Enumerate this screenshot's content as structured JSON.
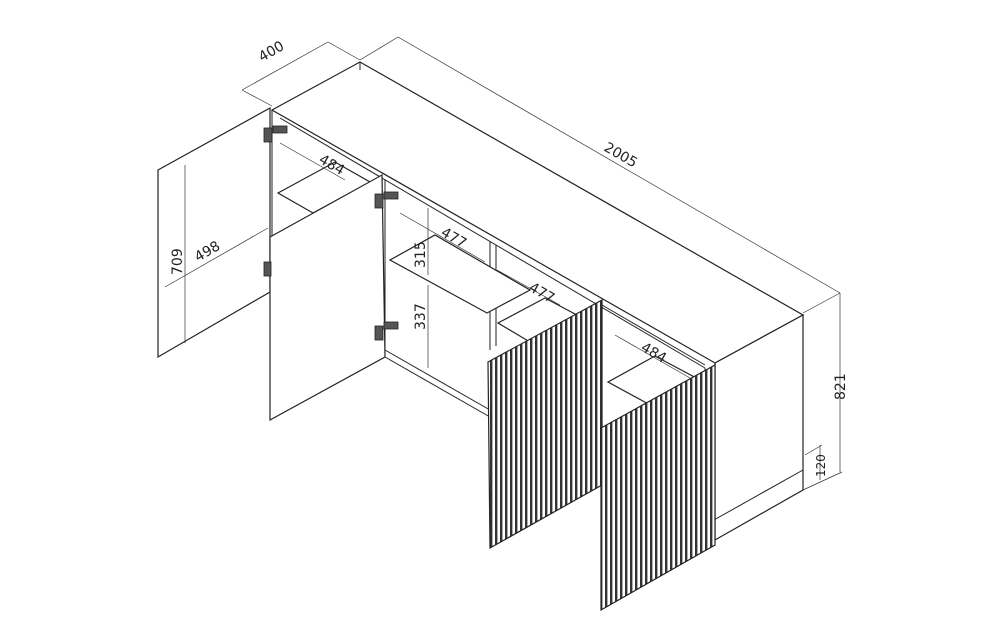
{
  "drawing": {
    "title": "Sideboard with fluted doors – dimension drawing",
    "unit": "mm"
  },
  "dimensions": {
    "depth": "400",
    "width": "2005",
    "height": "821",
    "plinth": "120",
    "door_height": "709",
    "door_width": "498",
    "shelf_depth_left": "484",
    "shelf_depth_mid_upper": "477",
    "shelf_depth_mid_lower": "477",
    "shelf_depth_right": "484",
    "compartment_upper": "315",
    "compartment_lower": "337"
  }
}
